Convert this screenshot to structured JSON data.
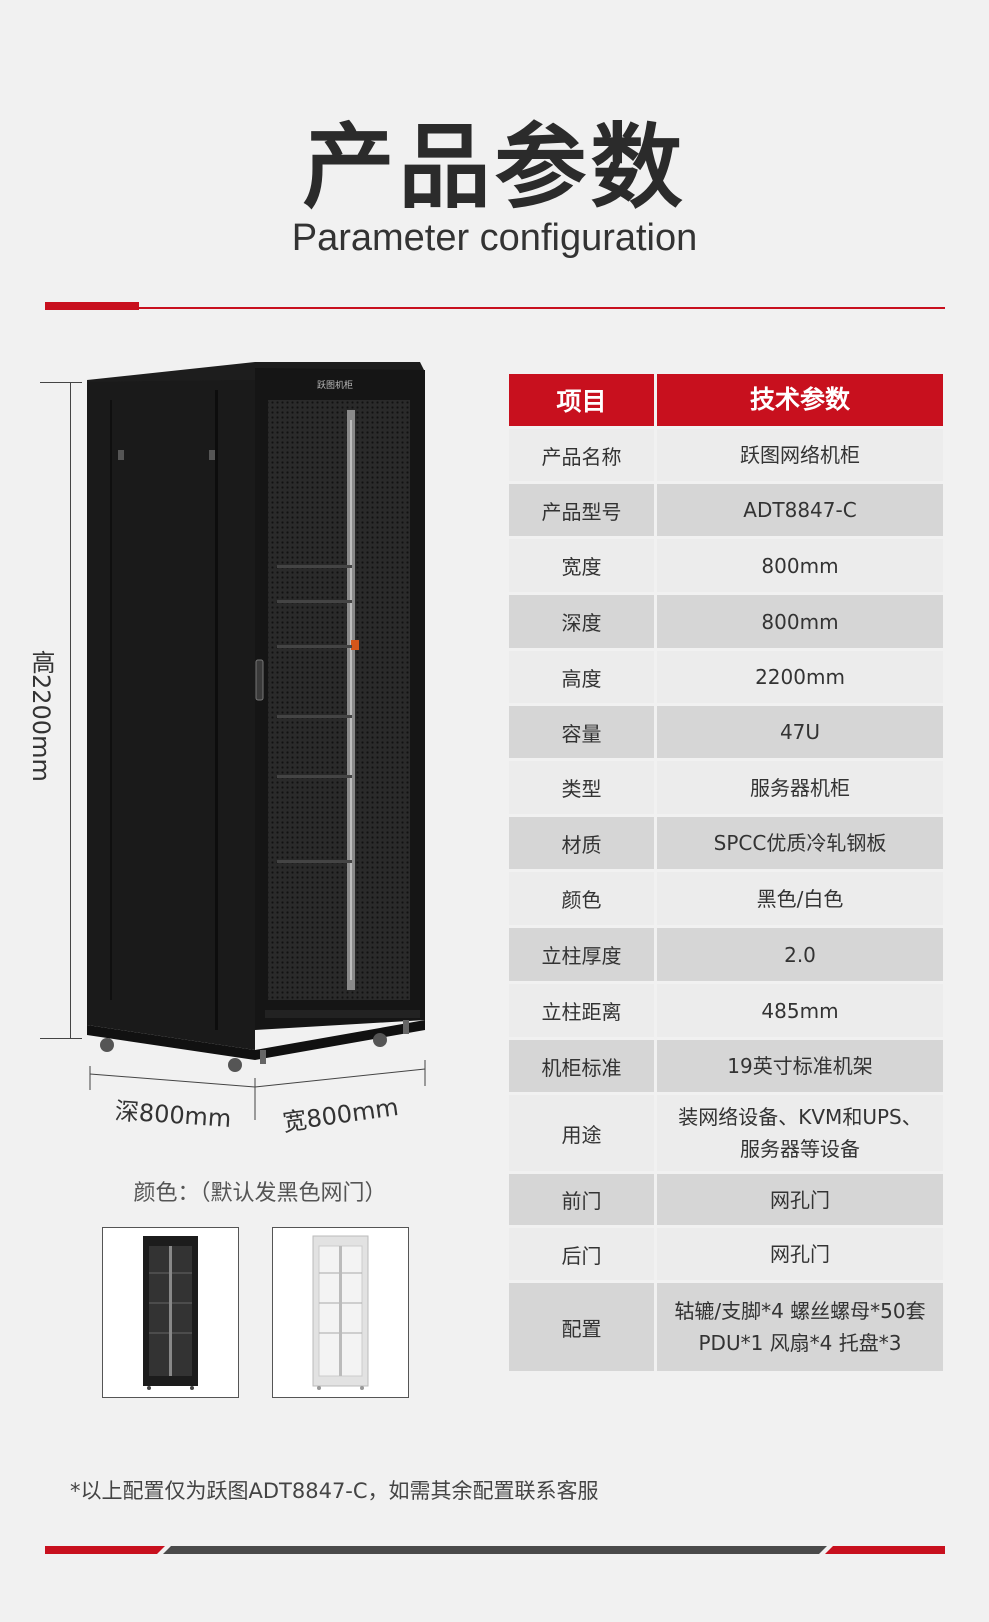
{
  "header": {
    "title_cn": "产品参数",
    "title_en": "Parameter configuration"
  },
  "dimensions": {
    "height_label": "高2200mm",
    "depth_label": "深800mm",
    "width_label": "宽800mm"
  },
  "cabinet": {
    "brand_label": "跃图机柜"
  },
  "colors": {
    "caption": "颜色：（默认发黑色网门）",
    "options": [
      "black",
      "white"
    ],
    "accent": "#c8101e"
  },
  "table": {
    "header": {
      "item": "项目",
      "value": "技术参数"
    },
    "rows": [
      {
        "item": "产品名称",
        "value": "跃图网络机柜"
      },
      {
        "item": "产品型号",
        "value": "ADT8847-C"
      },
      {
        "item": "宽度",
        "value": "800mm"
      },
      {
        "item": "深度",
        "value": "800mm"
      },
      {
        "item": "高度",
        "value": "2200mm"
      },
      {
        "item": "容量",
        "value": "47U"
      },
      {
        "item": "类型",
        "value": "服务器机柜"
      },
      {
        "item": "材质",
        "value": "SPCC优质冷轧钢板"
      },
      {
        "item": "颜色",
        "value": "黑色/白色"
      },
      {
        "item": "立柱厚度",
        "value": "2.0"
      },
      {
        "item": "立柱距离",
        "value": "485mm"
      },
      {
        "item": "机柜标准",
        "value": "19英寸标准机架"
      },
      {
        "item": "用途",
        "value": "装网络设备、KVM和UPS、",
        "value2": "服务器等设备"
      },
      {
        "item": "前门",
        "value": "网孔门"
      },
      {
        "item": "后门",
        "value": "网孔门"
      },
      {
        "item": "配置",
        "value": "轱辘/支脚*4 螺丝螺母*50套",
        "value2": "PDU*1 风扇*4  托盘*3"
      }
    ]
  },
  "footnote": "*以上配置仅为跃图ADT8847-C，如需其余配置联系客服"
}
